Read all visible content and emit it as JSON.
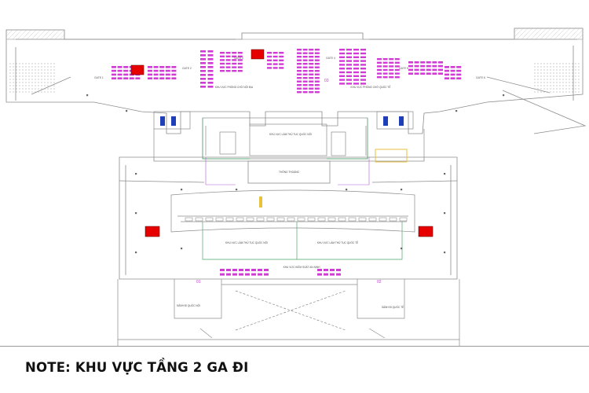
{
  "note": "NOTE: KHU VỰC TẦNG 2 GA ĐI",
  "colors": {
    "line": "#8c8c8c",
    "green": "#4aa56a",
    "seat": "#d23ad6",
    "marker": "#e60000",
    "accent_blue": "#1f3fb8",
    "accent_yellow": "#e8c23c"
  },
  "gate_labels": [
    "GATE 1",
    "GATE 2",
    "GATE 3",
    "GATE 4",
    "GATE 5",
    "GATE 6"
  ],
  "zone_labels": {
    "domestic_lounge": "KHU VỰC PHÒNG CHỜ NỘI ĐỊA",
    "international_lounge": "KHU VỰC PHÒNG CHỜ QUỐC TẾ",
    "passenger_hall": "KHU VỰC LÀM THỦ TỤC QUỐC NỘI",
    "intl_hall": "KHU VỰC LÀM THỦ TỤC QUỐC TẾ",
    "thong_thoang": "THÔNG THOÁNG",
    "security": "KHU VỰC KIỂM SOÁT AN NINH",
    "sanh_di": "SẢNH ĐI QUỐC NỘI",
    "sanh_di_qt": "SẢNH ĐI QUỐC TẾ"
  },
  "stair_numbers": [
    "01",
    "02",
    "03"
  ]
}
